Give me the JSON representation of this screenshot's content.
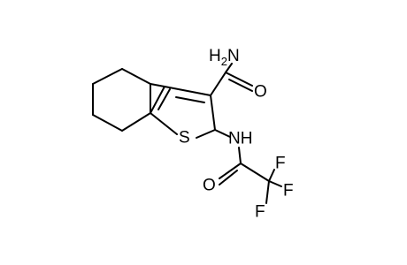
{
  "molecule": {
    "atoms": {
      "amide_n": {
        "symbol": "H",
        "subscript": "2",
        "suffix": "N"
      },
      "amide_o": {
        "symbol": "O"
      },
      "sulfur": {
        "symbol": "S"
      },
      "nh": {
        "symbol": "NH"
      },
      "acyl_o": {
        "symbol": "O"
      },
      "f_top": {
        "symbol": "F"
      },
      "f_right": {
        "symbol": "F"
      },
      "f_bottom": {
        "symbol": "F"
      }
    },
    "colors": {
      "bond": "#000000",
      "label": "#000000",
      "background": "#ffffff"
    }
  }
}
